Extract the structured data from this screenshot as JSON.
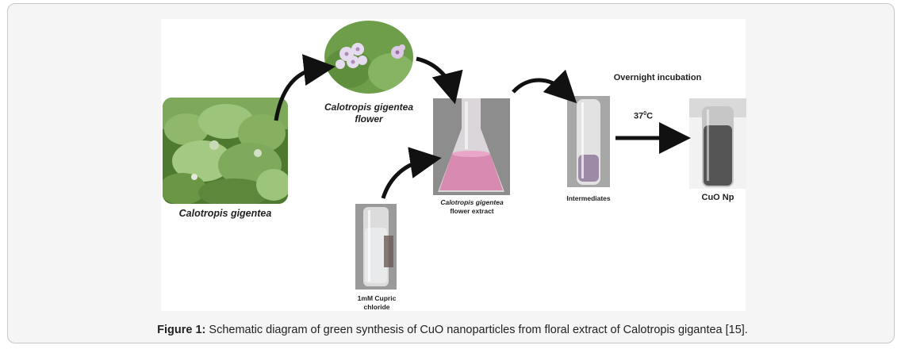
{
  "diagram": {
    "labels": {
      "plant": "Calotropis gigentea",
      "flower_line1": "Calotropis gigentea",
      "flower_line2": "flower",
      "extract_line1": "Calotropis gigentea",
      "extract_line2": "flower extract",
      "cupric_line1": "1mM Cupric",
      "cupric_line2": "chloride",
      "intermediates": "Intermediates",
      "incubation": "Overnight incubation",
      "temperature": "37",
      "temperature_sup": "0",
      "temperature_unit": "C",
      "product": "CuO Np"
    }
  },
  "caption": {
    "label": "Figure 1:",
    "text": " Schematic diagram of green synthesis of CuO nanoparticles from floral extract of Calotropis gigantea [15]."
  },
  "colors": {
    "foliage": "#6e9a45",
    "extract": "#d98ab0",
    "product": "#555555",
    "border": "#c7c7c7"
  }
}
